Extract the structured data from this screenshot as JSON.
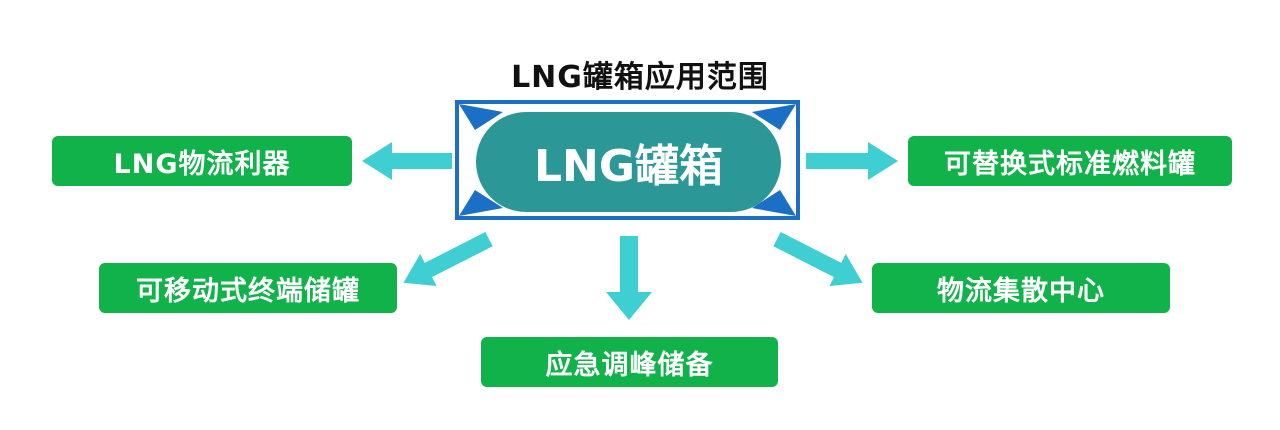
{
  "title": "LNG罐箱应用范围",
  "center_label": "LNG罐箱",
  "applications": {
    "left": "LNG物流利器",
    "right": "可替换式标准燃料罐",
    "mid_left": "可移动式终端储罐",
    "mid_right": "物流集散中心",
    "bottom": "应急调峰储备"
  },
  "colors": {
    "box_green": "#12b24a",
    "tank_teal": "#2b9797",
    "frame_blue": "#1b6fc4",
    "arrow_cyan": "#3fcfd2"
  }
}
